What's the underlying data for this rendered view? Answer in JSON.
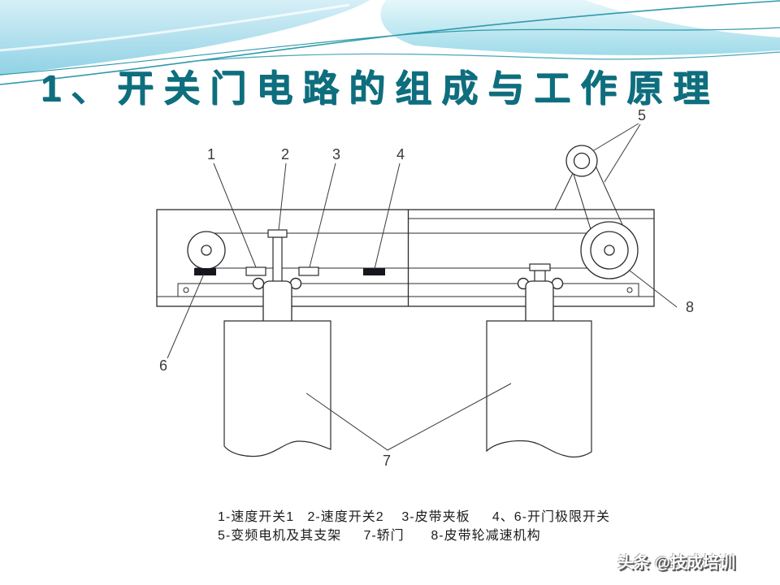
{
  "slide": {
    "title": "1、开关门电路的组成与工作原理"
  },
  "diagram": {
    "labels": [
      "1",
      "2",
      "3",
      "4",
      "5",
      "6",
      "7",
      "8"
    ]
  },
  "caption": {
    "line1": "1-速度开关1   2-速度开关2    3-皮带夹板     4、6-开门极限开关",
    "line2": "5-变频电机及其支架     7-轿门      8-皮带轮减速机构"
  },
  "watermark": {
    "text": "头条 @技成培训"
  },
  "colors": {
    "title_teal": "#0e6e7e",
    "wave_blue": "#90d3e5",
    "wave_blue_light": "#d6eff7",
    "accent_line": "#2f9aab",
    "diagram_line": "#2b2b2b",
    "switch_fill": "#16161e",
    "label_text": "#3a3a3a"
  }
}
